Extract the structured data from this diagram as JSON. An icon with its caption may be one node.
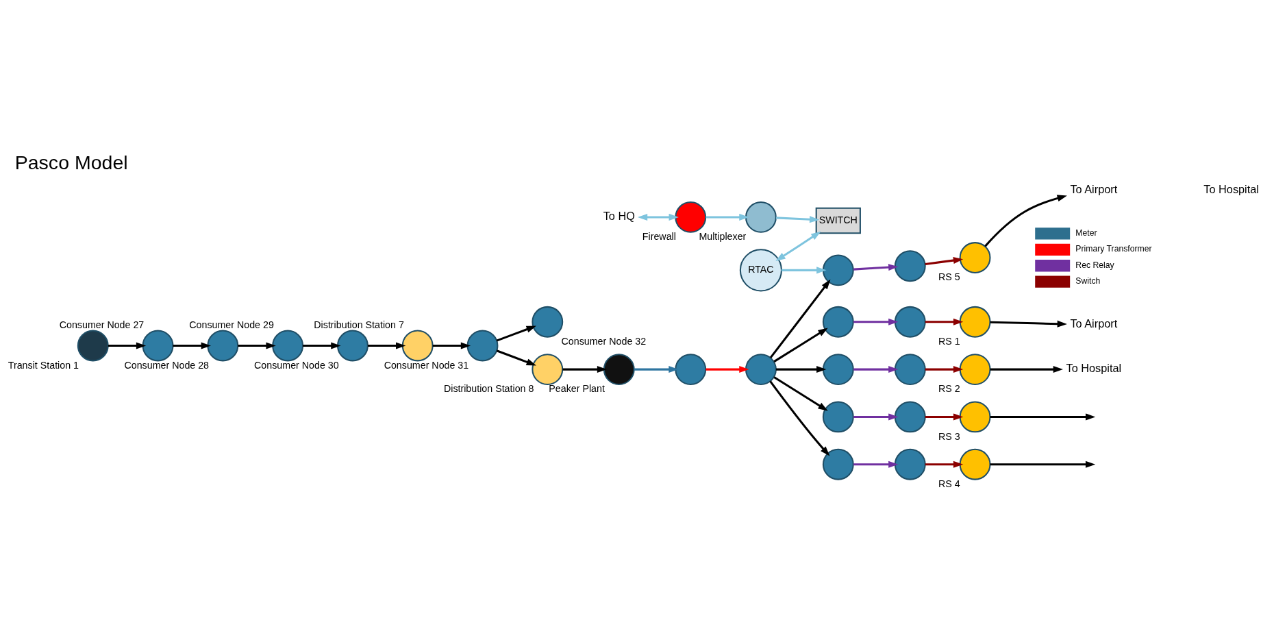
{
  "diagram": {
    "title": "Pasco Model",
    "nodes": [
      {
        "text": [
          "Consumer Node 32"
        ]
      },
      {
        "text": [
          "Consumer Node 30"
        ]
      },
      {
        "text": [
          "Consumer Node 29"
        ]
      },
      {
        "text": [
          "Consumer Node 28"
        ]
      },
      {
        "text": [
          "Consumer Node 27"
        ]
      },
      {
        "text": [
          "Transit Station 1"
        ]
      },
      {
        "text": [
          "Consumer Node 31"
        ]
      },
      {
        "text": [
          "Distribution Station 8"
        ]
      },
      {
        "text": [
          "Distribution Station 7"
        ]
      },
      {
        "text": [
          "Peaker Plant"
        ]
      },
      {
        "text": [],
        "shape": "circle"
      },
      {
        "text": [],
        "shape": "circle"
      },
      {
        "text": [],
        "shape": "circle"
      },
      {
        "text": [],
        "shape": "circle"
      },
      {
        "text": [
          "RS 1"
        ]
      },
      {
        "text": [],
        "shape": "circle"
      },
      {
        "text": [],
        "shape": "circle"
      },
      {
        "text": [
          "RS 2"
        ]
      },
      {
        "text": [],
        "shape": "circle"
      },
      {
        "text": [],
        "shape": "circle"
      },
      {
        "text": [
          "RS 3"
        ]
      },
      {
        "text": [],
        "shape": "circle"
      },
      {
        "text": [],
        "shape": "circle"
      },
      {
        "text": [
          "RS 4"
        ]
      },
      {
        "text": [],
        "shape": "circle"
      },
      {
        "text": [],
        "shape": "circle"
      },
      {
        "text": [
          "RS 5"
        ]
      },
      {
        "text": [
          "To Airport"
        ]
      },
      {
        "text": [
          "To Hospital"
        ]
      },
      {
        "text": [
          "RTAC"
        ]
      },
      {
        "text": [
          "To Airport"
        ]
      },
      {
        "text": [
          "To HQ"
        ]
      },
      {
        "text": [
          "Firewall"
        ]
      },
      {
        "text": [
          "Multiplexer"
        ]
      },
      {
        "text": [
          "SWITCH"
        ]
      }
    ],
    "edges": [
      {
        "from": 5,
        "to": 4,
        "arrow": "to"
      },
      {
        "from": 4,
        "to": 3,
        "arrow": "to"
      },
      {
        "from": 3,
        "to": 2,
        "arrow": "to"
      },
      {
        "from": 2,
        "to": 1,
        "arrow": "to"
      },
      {
        "from": 1,
        "to": 8,
        "arrow": "to"
      },
      {
        "from": 8,
        "to": 6,
        "arrow": "to"
      },
      {
        "from": 6,
        "to": 0,
        "arrow": "to"
      },
      {
        "from": 6,
        "to": 7,
        "arrow": "to"
      },
      {
        "from": 7,
        "to": 9,
        "arrow": "to"
      },
      {
        "from": 9,
        "to": 10,
        "arrow": "to",
        "color": "#2e75a0"
      },
      {
        "from": 10,
        "to": 11,
        "arrow": "to",
        "color": "#ff0000"
      },
      {
        "from": 11,
        "to": 12,
        "arrow": "to"
      },
      {
        "from": 11,
        "to": 15,
        "arrow": "to"
      },
      {
        "from": 11,
        "to": 18,
        "arrow": "to"
      },
      {
        "from": 11,
        "to": 21,
        "arrow": "to"
      },
      {
        "from": 11,
        "to": 24,
        "arrow": "to"
      },
      {
        "from": 12,
        "to": 13,
        "arrow": "to",
        "color": "#7030a0"
      },
      {
        "from": 13,
        "to": 14,
        "arrow": "to",
        "color": "#8b0000"
      },
      {
        "from": 15,
        "to": 16,
        "arrow": "to",
        "color": "#7030a0"
      },
      {
        "from": 16,
        "to": 17,
        "arrow": "to",
        "color": "#8b0000"
      },
      {
        "from": 18,
        "to": 19,
        "arrow": "to",
        "color": "#7030a0"
      },
      {
        "from": 19,
        "to": 20,
        "arrow": "to",
        "color": "#8b0000"
      },
      {
        "from": 21,
        "to": 22,
        "arrow": "to",
        "color": "#7030a0"
      },
      {
        "from": 22,
        "to": 23,
        "arrow": "to",
        "color": "#8b0000"
      },
      {
        "from": 24,
        "to": 25,
        "arrow": "to",
        "color": "#7030a0"
      },
      {
        "from": 25,
        "to": 26,
        "arrow": "to",
        "color": "#8b0000"
      },
      {
        "from": 14,
        "to": 27,
        "arrow": "to"
      },
      {
        "from": 17,
        "to": 28,
        "arrow": "to"
      },
      {
        "from": 20,
        "to": null,
        "arrow": "to"
      },
      {
        "from": 23,
        "to": null,
        "arrow": "to"
      },
      {
        "from": 26,
        "to": 30,
        "arrow": "to"
      },
      {
        "from": 29,
        "to": 24,
        "arrow": "to",
        "color": "#7ec4de"
      },
      {
        "from": 29,
        "to": 34,
        "arrow": "both",
        "color": "#7ec4de"
      },
      {
        "from": 31,
        "to": 32,
        "arrow": "both",
        "color": "#7ec4de"
      },
      {
        "from": 32,
        "to": 33,
        "arrow": "to",
        "color": "#7ec4de"
      },
      {
        "from": 33,
        "to": 34,
        "arrow": "to",
        "color": "#7ec4de"
      }
    ],
    "labels": [
      "To Hospital"
    ],
    "legend": [
      {
        "text": "Meter",
        "color": "#2e6f8e"
      },
      {
        "text": "Primary Transformer",
        "color": "#ff0000"
      },
      {
        "text": "Rec Relay",
        "color": "#7030a0"
      },
      {
        "text": "Switch",
        "color": "#8b0000"
      }
    ]
  }
}
